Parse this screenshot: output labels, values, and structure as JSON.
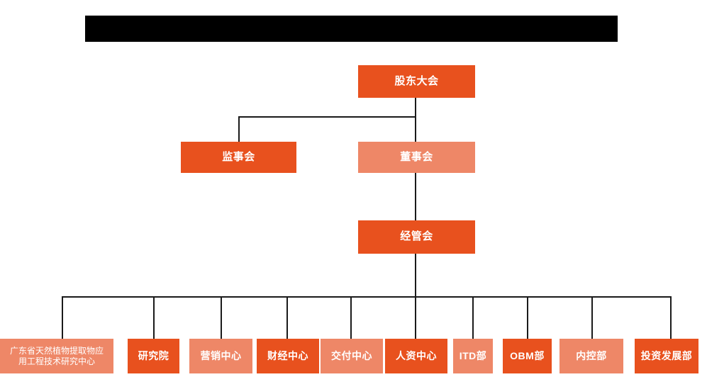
{
  "diagram": {
    "title_bar": {
      "name": "redacted-title-bar",
      "label": ""
    },
    "colors": {
      "dark_orange": "#E8511E",
      "light_orange": "#EE8767",
      "connector": "#1a1a1a",
      "background": "#FFFFFF",
      "redaction": "#000000",
      "text": "#FFFFFF"
    },
    "levels": [
      {
        "level": 1,
        "nodes": [
          {
            "id": "shareholders-meeting",
            "label": "股东大会",
            "tone": "dark"
          }
        ]
      },
      {
        "level": 2,
        "nodes": [
          {
            "id": "board-of-supervisors",
            "label": "监事会",
            "tone": "dark"
          },
          {
            "id": "board-of-directors",
            "label": "董事会",
            "tone": "light"
          }
        ]
      },
      {
        "level": 3,
        "nodes": [
          {
            "id": "management-committee",
            "label": "经管会",
            "tone": "dark"
          }
        ]
      },
      {
        "level": 4,
        "nodes": [
          {
            "id": "research-center",
            "label_line1": "广东省天然植物提取物应",
            "label_line2": "用工程技术研究中心",
            "tone": "light"
          },
          {
            "id": "research-institute",
            "label": "研究院",
            "tone": "dark"
          },
          {
            "id": "marketing-center",
            "label": "营销中心",
            "tone": "light"
          },
          {
            "id": "finance-center",
            "label": "财经中心",
            "tone": "dark"
          },
          {
            "id": "delivery-center",
            "label": "交付中心",
            "tone": "light"
          },
          {
            "id": "hr-center",
            "label": "人资中心",
            "tone": "dark"
          },
          {
            "id": "itd-department",
            "label": "ITD部",
            "tone": "light"
          },
          {
            "id": "obm-department",
            "label": "OBM部",
            "tone": "dark"
          },
          {
            "id": "internal-control-department",
            "label": "内控部",
            "tone": "light"
          },
          {
            "id": "investment-development-department",
            "label": "投资发展部",
            "tone": "dark"
          }
        ]
      }
    ]
  }
}
